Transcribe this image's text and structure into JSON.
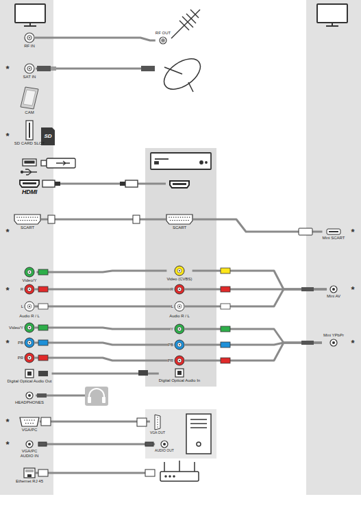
{
  "diagram": {
    "nodes": [
      {
        "text": [
          "RF IN"
        ]
      },
      {
        "text": [
          "RF OUT"
        ]
      },
      {
        "text": [
          "SAT IN"
        ]
      },
      {
        "text": [
          "CAM"
        ]
      },
      {
        "text": [
          "SD CARD SLOT"
        ]
      },
      {
        "text": [
          "HDMI"
        ]
      },
      {
        "text": [
          "SCART"
        ]
      },
      {
        "text": [
          "SCART"
        ]
      },
      {
        "text": [
          "Mini SCART"
        ]
      },
      {
        "text": [
          "Video/Y"
        ]
      },
      {
        "text": [
          "R"
        ]
      },
      {
        "text": [
          "L"
        ]
      },
      {
        "text": [
          "Video (CVBS)"
        ]
      },
      {
        "text": [
          "R"
        ]
      },
      {
        "text": [
          "L"
        ]
      },
      {
        "text": [
          "Mini AV"
        ]
      },
      {
        "text": [
          "Video/Y"
        ]
      },
      {
        "text": [
          "PB"
        ]
      },
      {
        "text": [
          "PR"
        ]
      },
      {
        "text": [
          "Y"
        ]
      },
      {
        "text": [
          "PB"
        ]
      },
      {
        "text": [
          "PR"
        ]
      },
      {
        "text": [
          "Mini YPbPr"
        ]
      },
      {
        "text": [
          "Digital Optical Audio Out"
        ]
      },
      {
        "text": [
          "Digital Optical Audio In"
        ]
      },
      {
        "text": [
          "HEADPHONES"
        ]
      },
      {
        "text": [
          "VGA/PC"
        ]
      },
      {
        "text": [
          "VGA/PC AUDIO IN"
        ]
      },
      {
        "text": [
          "VGA OUT"
        ]
      },
      {
        "text": [
          "AUDIO OUT"
        ]
      },
      {
        "text": [
          "Ethernet RJ 45"
        ]
      }
    ],
    "edges": [
      {
        "from": 0,
        "to": 1,
        "arrow": "none"
      },
      {
        "from": 6,
        "to": 7,
        "arrow": "none"
      },
      {
        "from": 7,
        "to": 8,
        "arrow": "none"
      },
      {
        "from": 9,
        "to": 12,
        "arrow": "none"
      },
      {
        "from": 10,
        "to": 13,
        "arrow": "none"
      },
      {
        "from": 11,
        "to": 14,
        "arrow": "none"
      },
      {
        "from": 12,
        "to": 15,
        "arrow": "none"
      },
      {
        "from": 13,
        "to": 15,
        "arrow": "none"
      },
      {
        "from": 14,
        "to": 15,
        "arrow": "none"
      },
      {
        "from": 16,
        "to": 19,
        "arrow": "none"
      },
      {
        "from": 17,
        "to": 20,
        "arrow": "none"
      },
      {
        "from": 18,
        "to": 21,
        "arrow": "none"
      },
      {
        "from": 19,
        "to": 22,
        "arrow": "none"
      },
      {
        "from": 20,
        "to": 22,
        "arrow": "none"
      },
      {
        "from": 21,
        "to": 22,
        "arrow": "none"
      },
      {
        "from": 23,
        "to": 24,
        "arrow": "none"
      },
      {
        "from": 26,
        "to": 28,
        "arrow": "none"
      },
      {
        "from": 27,
        "to": 29,
        "arrow": "none"
      }
    ],
    "labels": [
      "SD",
      "Audio R / L",
      "Audio R / L",
      "*",
      "*",
      "*",
      "*",
      "*",
      "*",
      "*",
      "*",
      "*",
      "*"
    ]
  }
}
